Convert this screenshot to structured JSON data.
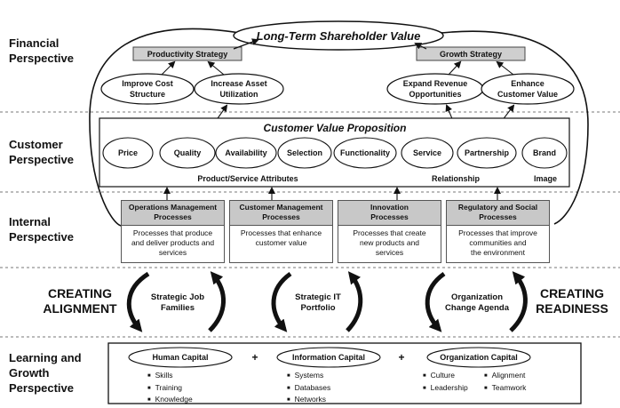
{
  "perspectives": {
    "financial": [
      "Financial",
      "Perspective"
    ],
    "customer": [
      "Customer",
      "Perspective"
    ],
    "internal": [
      "Internal",
      "Perspective"
    ],
    "learning": [
      "Learning and",
      "Growth",
      "Perspective"
    ]
  },
  "financial": {
    "top_goal": "Long-Term Shareholder Value",
    "productivity": "Productivity Strategy",
    "growth": "Growth Strategy",
    "improve_cost": [
      "Improve Cost",
      "Structure"
    ],
    "increase_asset": [
      "Increase Asset",
      "Utilization"
    ],
    "expand_revenue": [
      "Expand Revenue",
      "Opportunities"
    ],
    "enhance_value": [
      "Enhance",
      "Customer Value"
    ]
  },
  "customer": {
    "title": "Customer Value Proposition",
    "attributes": [
      "Price",
      "Quality",
      "Availability",
      "Selection",
      "Functionality",
      "Service",
      "Partnership",
      "Brand"
    ],
    "group_product": "Product/Service Attributes",
    "group_relationship": "Relationship",
    "group_image": "Image"
  },
  "internal": {
    "processes": [
      {
        "head": [
          "Operations Management",
          "Processes"
        ],
        "body": [
          "Processes that produce",
          "and deliver products and",
          "services"
        ]
      },
      {
        "head": [
          "Customer Management",
          "Processes"
        ],
        "body": [
          "Processes that enhance",
          "customer value"
        ]
      },
      {
        "head": [
          "Innovation",
          "Processes"
        ],
        "body": [
          "Processes that create",
          "new products and",
          "services"
        ]
      },
      {
        "head": [
          "Regulatory and Social",
          "Processes"
        ],
        "body": [
          "Processes that improve",
          "communities and",
          "the environment"
        ]
      }
    ]
  },
  "alignment": {
    "left": [
      "CREATING",
      "ALIGNMENT"
    ],
    "right": [
      "CREATING",
      "READINESS"
    ],
    "job_families": [
      "Strategic Job",
      "Families"
    ],
    "it_portfolio": [
      "Strategic IT",
      "Portfolio"
    ],
    "change_agenda": [
      "Organization",
      "Change Agenda"
    ]
  },
  "learning": {
    "human": {
      "title": "Human Capital",
      "items": [
        "Skills",
        "Training",
        "Knowledge"
      ]
    },
    "information": {
      "title": "Information Capital",
      "items": [
        "Systems",
        "Databases",
        "Networks"
      ]
    },
    "organization": {
      "title": "Organization Capital",
      "items_left": [
        "Culture",
        "Leadership"
      ],
      "items_right": [
        "Alignment",
        "Teamwork"
      ]
    },
    "plus": "+"
  }
}
